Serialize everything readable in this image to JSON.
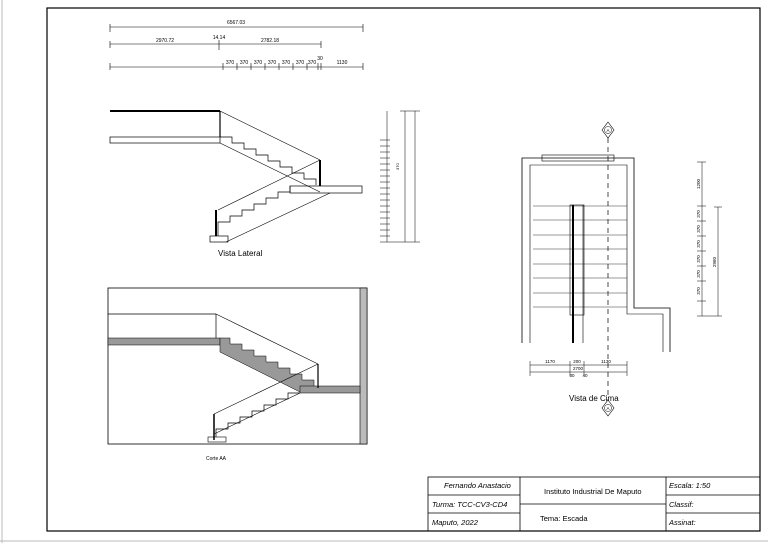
{
  "views": {
    "lateral_label": "Vista Lateral",
    "corte_label": "Corte AA",
    "cima_label": "Vista de Cima",
    "section_marker": "A"
  },
  "dims_top": {
    "total": "6567.03",
    "left": "2970.72",
    "mid": "14.14",
    "right": "2782.18",
    "steps": [
      "370",
      "370",
      "370",
      "370",
      "370",
      "370",
      "370"
    ],
    "small": "30",
    "end": "1130"
  },
  "dims_plan": {
    "bottom": [
      "1170",
      "200",
      "1130"
    ],
    "bottom_total": "2700",
    "bottom_small": [
      "30",
      "40"
    ],
    "right": [
      "1200",
      "370",
      "370",
      "370",
      "370",
      "370",
      "370"
    ],
    "right_total": "2960"
  },
  "title_block": {
    "author": "Fernando Anastacio",
    "class": "Turma: TCC-CV3-CD4",
    "place_date": "Maputo, 2022",
    "institution": "Instituto Industrial De Maputo",
    "theme": "Tema: Escada",
    "scale": "Escala: 1:50",
    "classif": "Classif:",
    "signature": "Assinat:"
  }
}
